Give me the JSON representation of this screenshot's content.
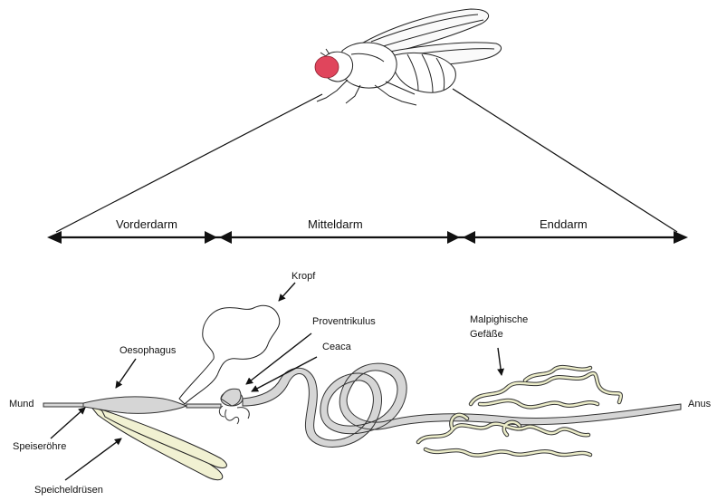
{
  "sections": [
    {
      "key": "vorderdarm",
      "label": "Vorderdarm"
    },
    {
      "key": "mitteldarm",
      "label": "Mitteldarm"
    },
    {
      "key": "enddarm",
      "label": "Enddarm"
    }
  ],
  "labels": {
    "kropf": "Kropf",
    "proventrikulus": "Proventrikulus",
    "ceaca": "Ceaca",
    "malpighische_line1": "Malpighische",
    "malpighische_line2": "Gefäße",
    "oesophagus": "Oesophagus",
    "mund": "Mund",
    "anus": "Anus",
    "speiseroehre": "Speiseröhre",
    "speicheldruesen": "Speicheldrüsen"
  },
  "colors": {
    "fly_eye": "#e0455c",
    "salivary_fill": "#f1f1d2",
    "tubule_fill": "#ecedc9",
    "gut_fill": "#d6d6d6"
  }
}
